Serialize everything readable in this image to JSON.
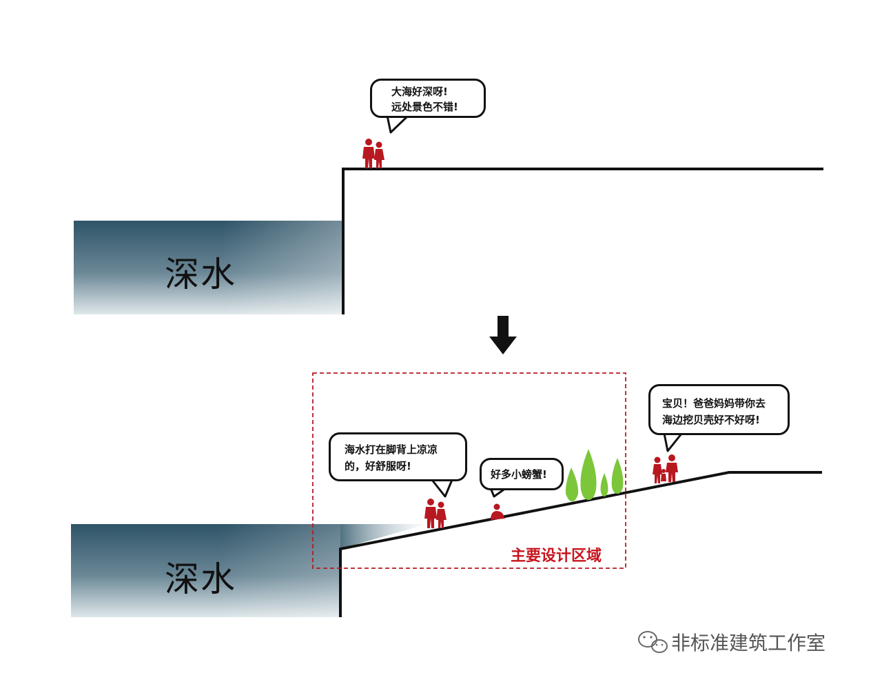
{
  "top_section": {
    "water_label": "深水",
    "bubble_lines": [
      "大海好深呀!",
      "远处景色不错!"
    ]
  },
  "bottom_section": {
    "water_label": "深水",
    "bubble_left_lines": [
      "海水打在脚背上凉凉",
      "的，好舒服呀!"
    ],
    "bubble_middle_lines": [
      "好多小螃蟹!"
    ],
    "bubble_right_lines": [
      "宝贝！爸爸妈妈带你去",
      "海边挖贝壳好不好呀!"
    ],
    "zone_label": "主要设计区域"
  },
  "watermark": {
    "text": "非标准建筑工作室",
    "icon": "wechat-icon"
  },
  "colors": {
    "figure": "#b81820",
    "zone": "#b81820",
    "zone_label": "#c8141e",
    "tree": "#7cc63a",
    "water_dark": "#2f5468",
    "water_light": "#dfe7ea"
  }
}
